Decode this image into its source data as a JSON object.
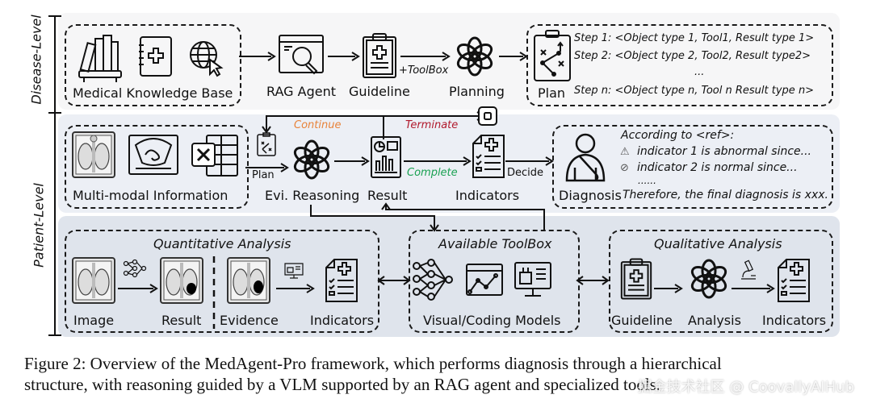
{
  "levels": {
    "disease": "Disease-Level",
    "patient": "Patient-Level"
  },
  "disease_level": {
    "knowledge_base_label": "Medical Knowledge Base",
    "rag_agent_label": "RAG Agent",
    "guideline_label": "Guideline",
    "toolbox_edge_label": "+ToolBox",
    "planning_label": "Planning",
    "plan_label": "Plan",
    "plan_steps": [
      "Step 1: <Object type 1, Tool1, Result type 1>",
      "Step 2: <Object type 2, Tool2, Result type2>",
      "...",
      "Step n: <Object type n, Tool n Result type n>"
    ]
  },
  "patient_level": {
    "multimodal_label": "Multi-modal Information",
    "plan_edge_label": "Plan",
    "reasoning_label": "Evi. Reasoning",
    "result_label": "Result",
    "indicators_label": "Indicators",
    "decide_edge_label": "Decide",
    "continue_label": "Continue",
    "terminate_label": "Terminate",
    "complete_label": "Complete",
    "diagnosis_label": "Diagnosis",
    "diagnosis_text": {
      "line1": "According to <ref>:",
      "line2": "indicator 1 is abnormal since...",
      "line3": "indicator 2 is normal since...",
      "line4": "......",
      "line5": "Therefore, the final diagnosis is xxx."
    },
    "colors": {
      "continue": "#e8833a",
      "terminate": "#b0182b",
      "complete": "#1aa152"
    }
  },
  "tools": {
    "quantitative": {
      "title": "Quantitative Analysis",
      "image_label": "Image",
      "result_label": "Result",
      "evidence_label": "Evidence",
      "indicators_label": "Indicators"
    },
    "toolbox": {
      "title": "Available ToolBox",
      "models_label": "Visual/Coding Models"
    },
    "qualitative": {
      "title": "Qualitative Analysis",
      "guideline_label": "Guideline",
      "analysis_label": "Analysis",
      "indicators_label": "Indicators"
    }
  },
  "caption": {
    "line1": "Figure 2: Overview of the MedAgent-Pro framework, which performs diagnosis through a hierarchical",
    "line2": "structure, with reasoning guided by a VLM supported by an RAG agent and specialized tools."
  },
  "watermark": "掘金技术社区 @ CoovallyAIHub"
}
